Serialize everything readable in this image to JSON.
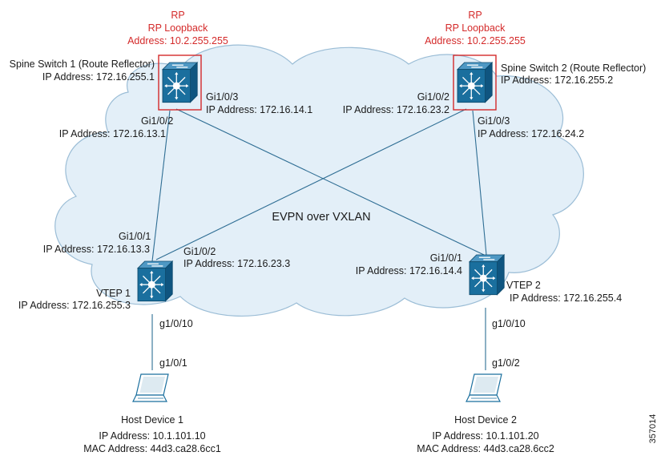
{
  "cloud_label": "EVPN over VXLAN",
  "figure_id": "357014",
  "rp_left": {
    "rp": "RP",
    "loopback": "RP Loopback",
    "address": "Address: 10.2.255.255"
  },
  "rp_right": {
    "rp": "RP",
    "loopback": "RP Loopback",
    "address": "Address: 10.2.255.255"
  },
  "spine1": {
    "name": "Spine Switch 1 (Route Reflector)",
    "ip": "IP Address: 172.16.255.1",
    "port_to_vtep2": "Gi1/0/3",
    "port_to_vtep2_ip": "IP Address: 172.16.14.1",
    "port_to_vtep1": "Gi1/0/2",
    "port_to_vtep1_ip": "IP Address: 172.16.13.1"
  },
  "spine2": {
    "name": "Spine Switch 2 (Route Reflector)",
    "ip": "IP Address: 172.16.255.2",
    "port_to_vtep1": "Gi1/0/2",
    "port_to_vtep1_ip": "IP Address: 172.16.23.2",
    "port_to_vtep2": "Gi1/0/3",
    "port_to_vtep2_ip": "IP Address: 172.16.24.2"
  },
  "vtep1": {
    "name": "VTEP 1",
    "ip": "IP Address: 172.16.255.3",
    "port_to_spine1": "Gi1/0/1",
    "port_to_spine1_ip": "IP Address: 172.16.13.3",
    "port_to_spine2": "Gi1/0/2",
    "port_to_spine2_ip": "IP Address: 172.16.23.3",
    "port_to_host": "g1/0/10"
  },
  "vtep2": {
    "name": "VTEP 2",
    "ip": "IP Address: 172.16.255.4",
    "port_to_spine1": "Gi1/0/1",
    "port_to_spine1_ip": "IP Address: 172.16.14.4",
    "port_to_host": "g1/0/10"
  },
  "host1": {
    "port": "g1/0/1",
    "name": "Host Device 1",
    "ip": "IP Address: 10.1.101.10",
    "mac": "MAC Address: 44d3.ca28.6cc1"
  },
  "host2": {
    "port": "g1/0/2",
    "name": "Host Device 2",
    "ip": "IP Address: 10.1.101.20",
    "mac": "MAC Address: 44d3.ca28.6cc2"
  },
  "colors": {
    "cloud_fill": "#e3eff8",
    "cloud_stroke": "#9bbdd6",
    "link": "#2f6e94",
    "rp_text": "#d42a2a",
    "rp_box": "#d42a2a",
    "switch_blue": "#1a6f9e"
  },
  "icons": {
    "spine1": "layer3-switch-icon",
    "spine2": "layer3-switch-icon",
    "vtep1": "layer3-switch-icon",
    "vtep2": "layer3-switch-icon",
    "host1": "laptop-icon",
    "host2": "laptop-icon"
  }
}
